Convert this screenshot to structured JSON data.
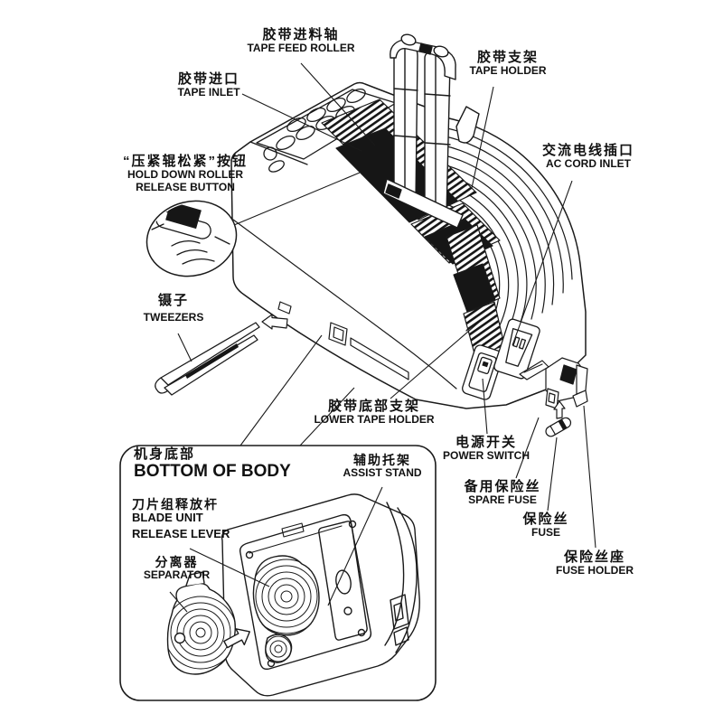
{
  "figure": {
    "background_color": "#ffffff",
    "line_color": "#1a1a1a",
    "description_type": "tape-dispenser-parts-diagram"
  },
  "labels": {
    "tape_feed_roller": {
      "cn": "胶带进料轴",
      "en": "TAPE FEED ROLLER"
    },
    "tape_inlet": {
      "cn": "胶带进口",
      "en": "TAPE INLET"
    },
    "tape_holder": {
      "cn": "胶带支架",
      "en": "TAPE HOLDER"
    },
    "hold_down_roller": {
      "cn": "“压紧辊松紧”按钮",
      "en_line1": "HOLD DOWN ROLLER",
      "en_line2": "RELEASE BUTTON"
    },
    "ac_cord_inlet": {
      "cn": "交流电线插口",
      "en": "AC CORD INLET"
    },
    "tweezers": {
      "cn": "镊子",
      "en": "TWEEZERS"
    },
    "lower_tape_holder": {
      "cn": "胶带底部支架",
      "en": "LOWER TAPE HOLDER"
    },
    "power_switch": {
      "cn": "电源开关",
      "en": "POWER SWITCH"
    },
    "spare_fuse": {
      "cn": "备用保险丝",
      "en": "SPARE FUSE"
    },
    "fuse": {
      "cn": "保险丝",
      "en": "FUSE"
    },
    "fuse_holder": {
      "cn": "保险丝座",
      "en": "FUSE HOLDER"
    },
    "bottom_of_body": {
      "cn": "机身底部",
      "en": "BOTTOM OF BODY"
    },
    "assist_stand": {
      "cn": "辅助托架",
      "en": "ASSIST STAND"
    },
    "blade_unit_release_lever": {
      "cn": "刀片组释放杆",
      "en_line1": "BLADE UNIT",
      "en_line2": "RELEASE LEVER"
    },
    "separator": {
      "cn": "分离器",
      "en": "SEPARATOR"
    }
  }
}
